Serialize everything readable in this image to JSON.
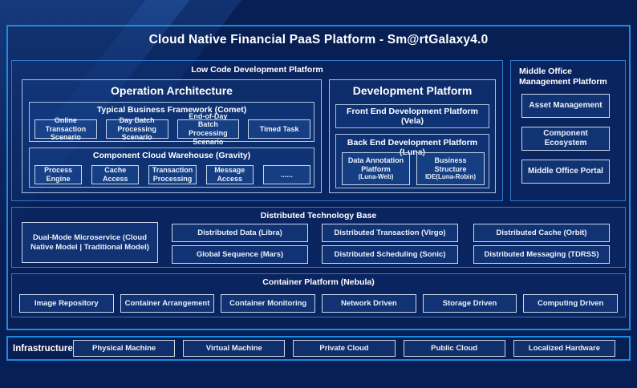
{
  "title": "Cloud Native Financial PaaS Platform - Sm@rtGalaxy4.0",
  "colors": {
    "page_background": "#081F55",
    "outer_border": "#1D8BE2",
    "section_border": "#2E7BCE",
    "inner_border": "#A9C2DF",
    "leaf_border": "#CBD9EA",
    "text": "#FFFFFF"
  },
  "low_code": {
    "label": "Low Code Development Platform",
    "operation": {
      "title": "Operation Architecture",
      "comet": {
        "label": "Typical Business Framework (Comet)",
        "items": [
          "Online Transaction Scenario",
          "Day Batch Processing Scenario",
          "End-of-Day Batch Processing Scenario",
          "Timed Task"
        ]
      },
      "gravity": {
        "label": "Component Cloud Warehouse (Gravity)",
        "items": [
          "Process Engine",
          "Cache Access",
          "Transaction Processing",
          "Message Access",
          "......"
        ]
      }
    },
    "development": {
      "title": "Development Platform",
      "front_end": "Front End Development Platform (Vela)",
      "back_end": {
        "label": "Back End Development Platform (Luna)",
        "items": [
          {
            "title": "Data Annotation Platform",
            "sub": "(Luna-Web)"
          },
          {
            "title": "Business Structure",
            "sub": "IDE(Luna-Robin)"
          }
        ]
      }
    }
  },
  "middle_office": {
    "label": "Middle Office Management Platform",
    "items": [
      "Asset Management",
      "Component Ecosystem",
      "Middle Office Portal"
    ]
  },
  "distributed": {
    "label": "Distributed Technology Base",
    "dual_mode": "Dual-Mode Microservice (Cloud Native Model | Traditional Model)",
    "items": [
      "Distributed Data (Libra)",
      "Global Sequence (Mars)",
      "Distributed Transaction (Virgo)",
      "Distributed Scheduling (Sonic)",
      "Distributed Cache (Orbit)",
      "Distributed Messaging (TDRSS)"
    ]
  },
  "container_platform": {
    "label": "Container Platform (Nebula)",
    "items": [
      "Image Repository",
      "Container Arrangement",
      "Container Monitoring",
      "Network Driven",
      "Storage Driven",
      "Computing Driven"
    ]
  },
  "infrastructure": {
    "label": "Infrastructure",
    "items": [
      "Physical Machine",
      "Virtual Machine",
      "Private Cloud",
      "Public Cloud",
      "Localized Hardware"
    ]
  }
}
